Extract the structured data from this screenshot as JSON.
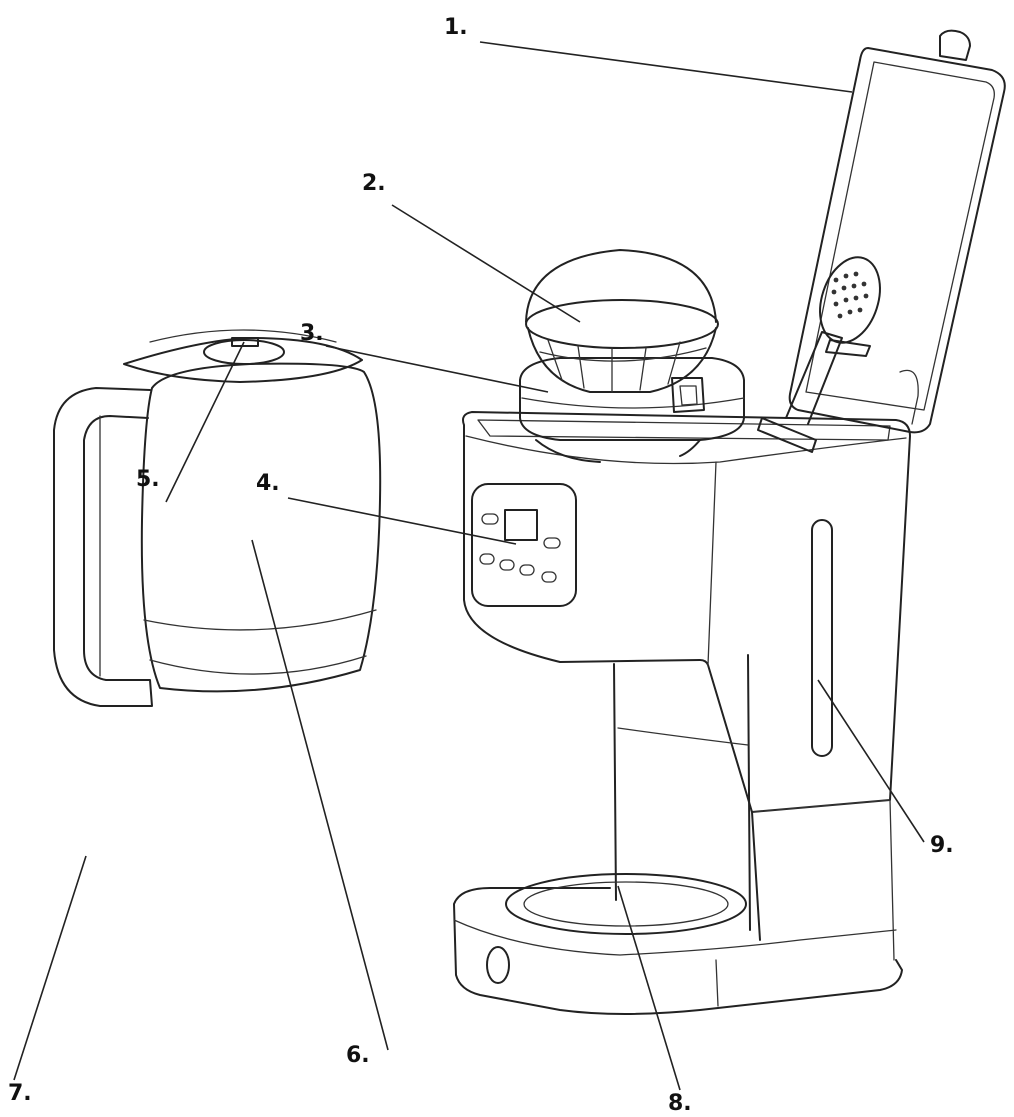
{
  "labels": [
    {
      "id": "lid",
      "text": "1."
    },
    {
      "id": "filter-basket",
      "text": "2."
    },
    {
      "id": "filter-holder",
      "text": "3."
    },
    {
      "id": "control-panel",
      "text": "4."
    },
    {
      "id": "carafe-lid",
      "text": "5."
    },
    {
      "id": "carafe",
      "text": "6."
    },
    {
      "id": "carafe-handle",
      "text": "7."
    },
    {
      "id": "warming-plate",
      "text": "8."
    },
    {
      "id": "water-level-window",
      "text": "9."
    }
  ]
}
